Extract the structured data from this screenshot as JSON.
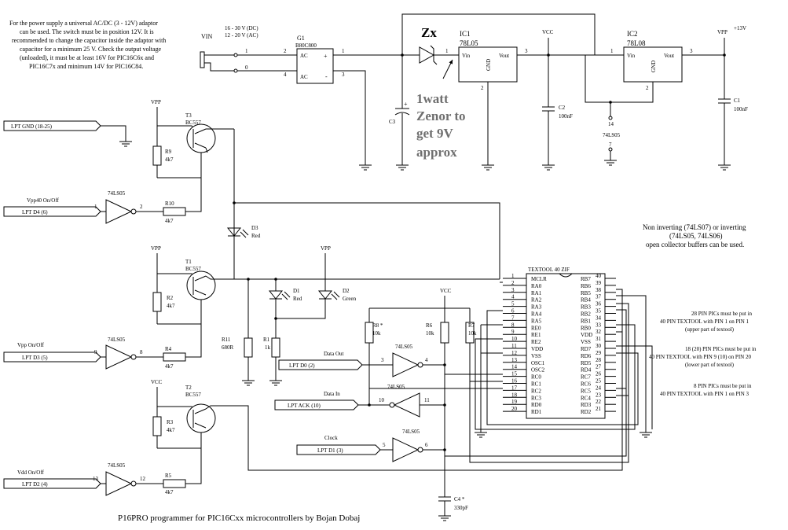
{
  "notes": {
    "power_line1": "For the power supply a universal AC/DC (3 - 12V) adaptor",
    "power_line2": "can be used. The switch must be in position 12V. It is",
    "power_line3": "recommended to change the capacitor inside the adaptor with",
    "power_line4": "capacitor for a minimum 25 V. Check the output voltage",
    "power_line5": "(unloaded), it must be at least 16V  for PIC16C6x and",
    "power_line6": "PIC16C7x and minimum 14V for PIC16C84.",
    "buffers_line1": "Non inverting (74LS07) or inverting",
    "buffers_line2": "(74LS05, 74LS06)",
    "buffers_line3": "open collector buffers can be used.",
    "pin28_line1": "28 PIN PICs must be put in",
    "pin28_line2": "40 PIN TEXTOOL with PIN 1 on PIN 1",
    "pin28_line3": "(upper part of textool)",
    "pin18_line1": "18 (20) PIN PICs must be put in",
    "pin18_line2": "40 PIN TEXTOOL with PIN 9 (10) on PIN 20",
    "pin18_line3": "(lower part of textool)",
    "pin8_line1": "8  PIN PICs must be put in",
    "pin8_line2": "40 PIN TEXTOOL with PIN 1 on PIN 3",
    "footer": "P16PRO programmer for PIC16Cxx microcontrollers by Bojan Dobaj"
  },
  "annotation": {
    "zx": "Zx",
    "line1": "1watt",
    "line2": "Zenor to",
    "line3": "get 9V",
    "line4": "approx"
  },
  "power": {
    "vin": "VIN",
    "vin_dc": "16 - 30 V (DC)",
    "vin_ac": "12 - 20 V (AC)",
    "g1": "G1",
    "g1_part": "B80C800",
    "ac1": "AC",
    "ac2": "AC",
    "plus": "+",
    "minus": "-",
    "ic1": "IC1",
    "ic1_part": "78L05",
    "ic2": "IC2",
    "ic2_part": "78L08",
    "vin_pin": "Vin",
    "vout_pin": "Vout",
    "gnd_pin": "GND",
    "vcc": "VCC",
    "vpp": "VPP",
    "plus13": "+13V",
    "c1": "C1",
    "c1_val": "100nF",
    "c2": "C2",
    "c2_val": "100nF",
    "c3": "C3",
    "ls05": "74LS05"
  },
  "lpt": {
    "gnd": "LPT GND (18-25)",
    "d4": "LPT D4 (6)",
    "d3": "LPT D3 (5)",
    "d2": "LPT D2 (4)",
    "d0": "LPT D0 (2)",
    "ack": "LPT ACK (10)",
    "d1": "LPT D1 (3)"
  },
  "signals": {
    "vpp40": "Vpp40 On/Off",
    "vpp": "Vpp On/Off",
    "vdd": "Vdd On/Off",
    "data_out": "Data Out",
    "data_in": "Data In",
    "clock": "Clock"
  },
  "parts": {
    "t1": "T1",
    "t2": "T2",
    "t3": "T3",
    "bc557": "BC557",
    "ls05": "74LS05",
    "r1": "R1",
    "r1v": "1k",
    "r2": "R2",
    "r2v": "4k7",
    "r3": "R3",
    "r3v": "4k7",
    "r4": "R4",
    "r4v": "4k7",
    "r5": "R5",
    "r5v": "4k7",
    "r6": "R6",
    "r6v": "10k",
    "r7": "R7",
    "r7v": "10k",
    "r8": "R8 *",
    "r8v": "10k",
    "r9": "R9",
    "r9v": "4k7",
    "r10": "R10",
    "r10v": "4k7",
    "r11": "R11",
    "r11v": "680R",
    "d1": "D1",
    "d1c": "Red",
    "d2": "D2",
    "d2c": "Green",
    "d3": "D3",
    "d3c": "Red",
    "c4": "C4 *",
    "c4v": "330pF",
    "vpp": "VPP",
    "vcc": "VCC"
  },
  "zif": {
    "title": "TEXTOOL 40 ZIF",
    "left_names": [
      "MCLR",
      "RA0",
      "RA1",
      "RA2",
      "RA3",
      "RA4",
      "RA5",
      "RE0",
      "RE1",
      "RE2",
      "VDD",
      "VSS",
      "OSC1",
      "OSC2",
      "RC0",
      "RC1",
      "RC2",
      "RC3",
      "RD0",
      "RD1"
    ],
    "right_names": [
      "RB7",
      "RB6",
      "RB5",
      "RB4",
      "RB3",
      "RB2",
      "RB1",
      "RB0",
      "VDD",
      "VSS",
      "RD7",
      "RD6",
      "RD5",
      "RD4",
      "RC7",
      "RC6",
      "RC5",
      "RC4",
      "RD3",
      "RD2"
    ],
    "left_pins": [
      "1",
      "2",
      "3",
      "4",
      "5",
      "6",
      "7",
      "8",
      "9",
      "10",
      "11",
      "12",
      "13",
      "14",
      "15",
      "16",
      "17",
      "18",
      "19",
      "20"
    ],
    "right_pins": [
      "40",
      "39",
      "38",
      "37",
      "36",
      "35",
      "34",
      "33",
      "32",
      "31",
      "30",
      "29",
      "28",
      "27",
      "26",
      "25",
      "24",
      "23",
      "22",
      "21"
    ]
  },
  "pins": {
    "p1": "1",
    "p2": "2",
    "p3": "3",
    "p4": "4",
    "p5": "5",
    "p6": "6",
    "p7": "7",
    "p8": "8",
    "p9": "9",
    "p10": "10",
    "p11": "11",
    "p12": "12",
    "p13": "13",
    "p14": "14",
    "p0": "0"
  }
}
